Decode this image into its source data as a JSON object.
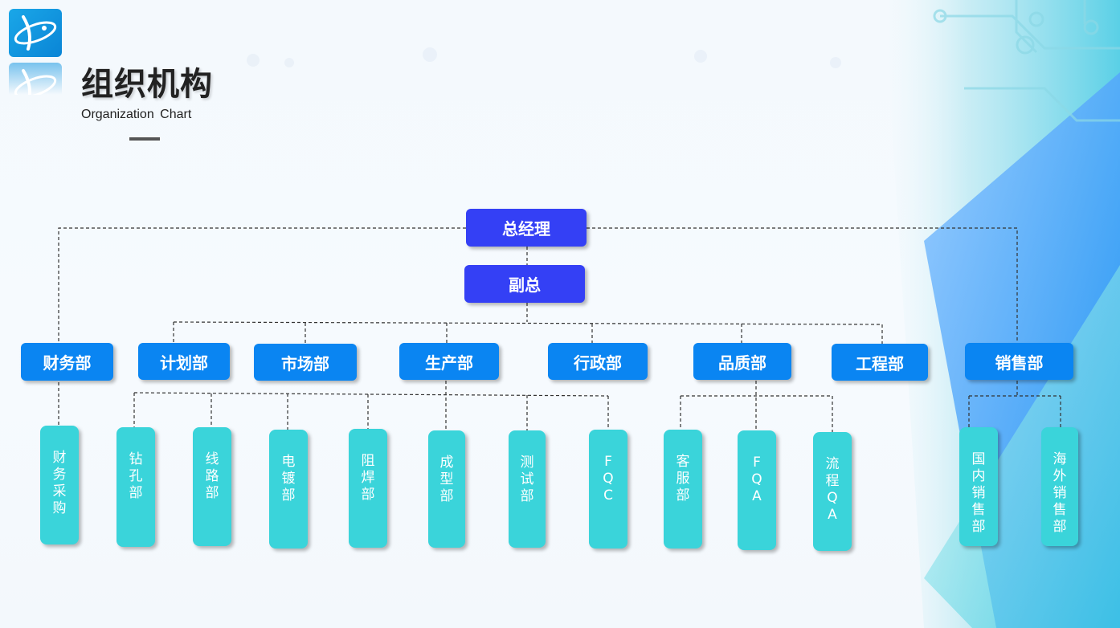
{
  "header": {
    "title": "组织机构",
    "subtitle": "Organization  Chart"
  },
  "theme": {
    "top_box_color": "#3440f5",
    "dept_box_color": "#0a85f2",
    "sub_box_color": "#3ad4da",
    "line_color": "#333333",
    "logo_color": "#0a8fdc"
  },
  "chart": {
    "ceo": "总经理",
    "vp": "副总",
    "departments": {
      "finance": "财务部",
      "planning": "计划部",
      "marketing": "市场部",
      "production": "生产部",
      "admin": "行政部",
      "quality": "品质部",
      "engineering": "工程部",
      "sales": "销售部"
    },
    "units": {
      "finance_purchasing": "财务采购",
      "drilling": "钻孔部",
      "circuit": "线路部",
      "plating": "电镀部",
      "solder_mask": "阻焊部",
      "forming": "成型部",
      "testing": "测试部",
      "fqc": "FQC",
      "customer_service": "客服部",
      "fqa": "FQA",
      "process_qa": "流程QA",
      "domestic_sales": "国内销售部",
      "overseas_sales": "海外销售部"
    }
  }
}
